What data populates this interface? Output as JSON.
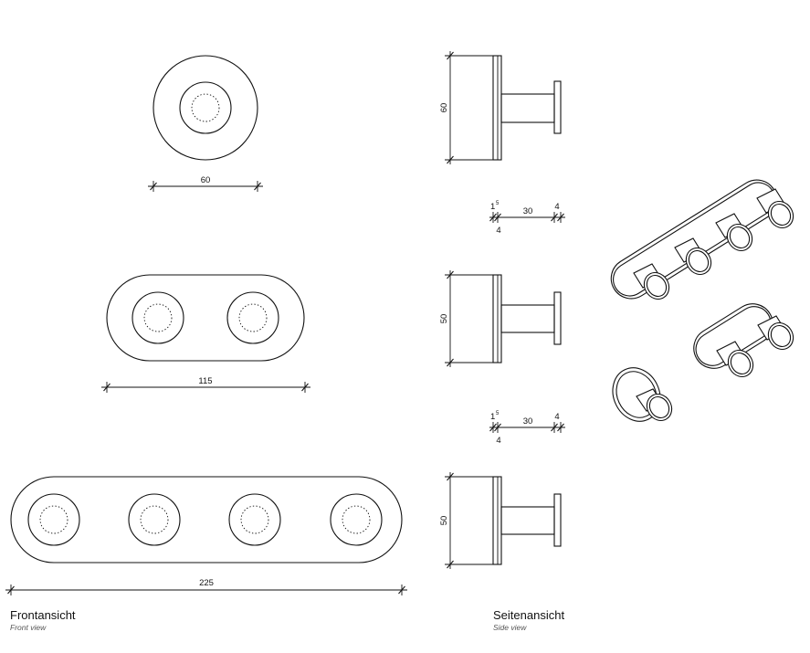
{
  "front_view": {
    "caption": "Frontansicht",
    "caption_en": "Front view",
    "dims": {
      "single_width": "60",
      "double_width": "115",
      "quad_width": "225"
    }
  },
  "side_view": {
    "caption": "Seitenansicht",
    "caption_en": "Side view",
    "heights": [
      "60",
      "50",
      "50"
    ],
    "depth": {
      "plate_top": "1",
      "plate_sup": "5",
      "plate_bottom": "4",
      "stem": "30",
      "knob": "4"
    }
  }
}
